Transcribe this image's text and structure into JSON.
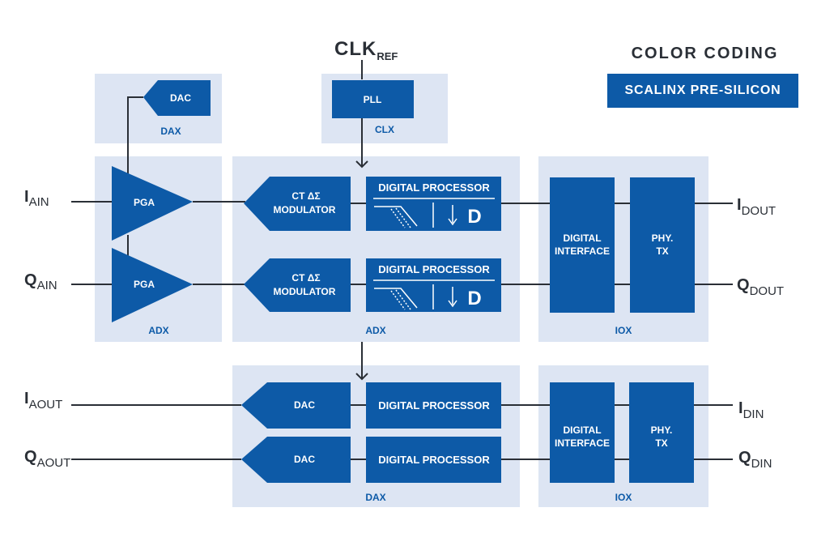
{
  "legend": {
    "title": "COLOR CODING",
    "item": "SCALINX PRE-SILICON"
  },
  "colors": {
    "block": "#0d5aa7",
    "region": "#dde5f3",
    "line": "#2a2f36",
    "label": "#0d5aa7"
  },
  "signals": {
    "clk_ref": {
      "main": "CLK",
      "sub": "REF"
    },
    "i_ain": {
      "main": "I",
      "sub": "AIN"
    },
    "q_ain": {
      "main": "Q",
      "sub": "AIN"
    },
    "i_dout": {
      "main": "I",
      "sub": "DOUT"
    },
    "q_dout": {
      "main": "Q",
      "sub": "DOUT"
    },
    "i_aout": {
      "main": "I",
      "sub": "AOUT"
    },
    "q_aout": {
      "main": "Q",
      "sub": "AOUT"
    },
    "i_din": {
      "main": "I",
      "sub": "DIN"
    },
    "q_din": {
      "main": "Q",
      "sub": "DIN"
    }
  },
  "regions": {
    "dax_top": "DAX",
    "clx": "CLX",
    "adx_pga": "ADX",
    "adx_main": "ADX",
    "iox_top": "IOX",
    "dax_bottom": "DAX",
    "iox_bottom": "IOX"
  },
  "blocks": {
    "dac_top": "DAC",
    "pll": "PLL",
    "pga_i": "PGA",
    "pga_q": "PGA",
    "mod_i": [
      "CT ΔΣ",
      "MODULATOR"
    ],
    "mod_q": [
      "CT ΔΣ",
      "MODULATOR"
    ],
    "dp_i": "DIGITAL PROCESSOR",
    "dp_q": "DIGITAL PROCESSOR",
    "decim_i": "D",
    "decim_q": "D",
    "di_top": [
      "DIGITAL",
      "INTERFACE"
    ],
    "phy_top": [
      "PHY.",
      "TX"
    ],
    "dac_i": "DAC",
    "dac_q": "DAC",
    "dp_tx_i": "DIGITAL PROCESSOR",
    "dp_tx_q": "DIGITAL PROCESSOR",
    "di_bottom": [
      "DIGITAL",
      "INTERFACE"
    ],
    "phy_bottom": [
      "PHY.",
      "TX"
    ]
  }
}
